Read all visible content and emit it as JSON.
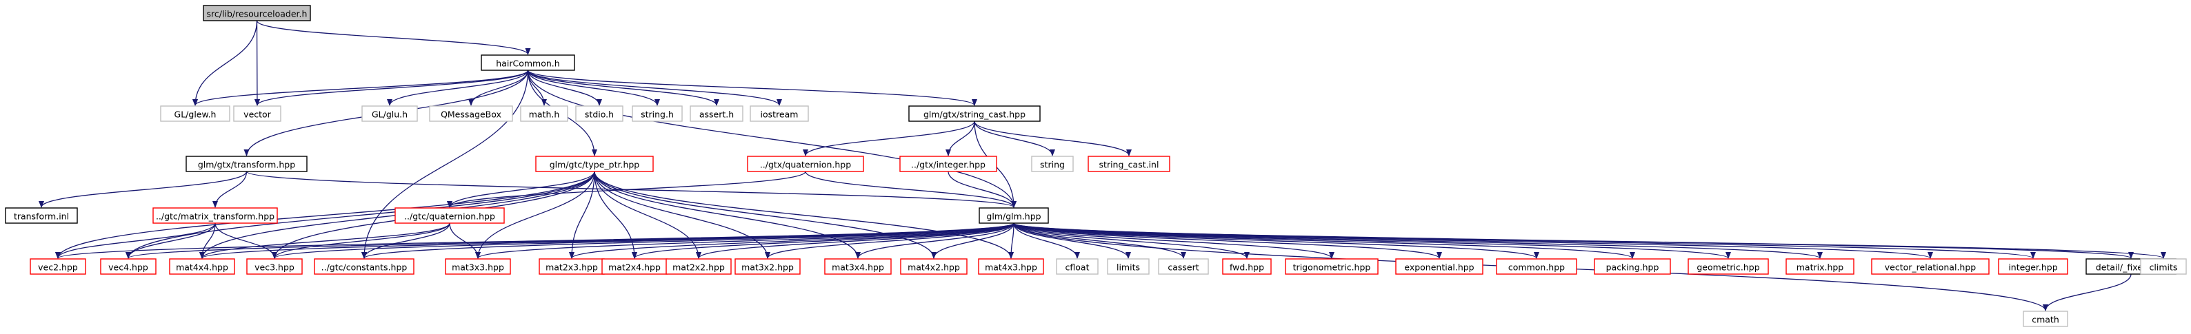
{
  "colors": {
    "edge": "#191970",
    "root_fill": "#bfbfbf",
    "root_border": "#000000",
    "documented_border": "#000000",
    "undocumented_border": "#ff0000",
    "external_border": "#bfbfbf",
    "text": "#000000"
  },
  "nodes": [
    {
      "id": "resourceloader",
      "label": "src/lib/resourceloader.h",
      "kind": "root"
    },
    {
      "id": "hairCommon",
      "label": "hairCommon.h",
      "kind": "documented"
    },
    {
      "id": "glew",
      "label": "GL/glew.h",
      "kind": "external"
    },
    {
      "id": "vector",
      "label": "vector",
      "kind": "external"
    },
    {
      "id": "glu",
      "label": "GL/glu.h",
      "kind": "external"
    },
    {
      "id": "qmessagebox",
      "label": "QMessageBox",
      "kind": "external"
    },
    {
      "id": "mathh",
      "label": "math.h",
      "kind": "external"
    },
    {
      "id": "stdio",
      "label": "stdio.h",
      "kind": "external"
    },
    {
      "id": "stringh",
      "label": "string.h",
      "kind": "external"
    },
    {
      "id": "assert",
      "label": "assert.h",
      "kind": "external"
    },
    {
      "id": "iostream",
      "label": "iostream",
      "kind": "external"
    },
    {
      "id": "string_cast_hpp",
      "label": "glm/gtx/string_cast.hpp",
      "kind": "documented"
    },
    {
      "id": "transform_hpp",
      "label": "glm/gtx/transform.hpp",
      "kind": "documented"
    },
    {
      "id": "type_ptr",
      "label": "glm/gtc/type_ptr.hpp",
      "kind": "undocumented"
    },
    {
      "id": "gtx_quaternion",
      "label": "../gtx/quaternion.hpp",
      "kind": "undocumented"
    },
    {
      "id": "gtx_integer",
      "label": "../gtx/integer.hpp",
      "kind": "undocumented"
    },
    {
      "id": "string",
      "label": "string",
      "kind": "external"
    },
    {
      "id": "string_cast_inl",
      "label": "string_cast.inl",
      "kind": "undocumented"
    },
    {
      "id": "transform_inl",
      "label": "transform.inl",
      "kind": "documented"
    },
    {
      "id": "matrix_transform",
      "label": "../gtc/matrix_transform.hpp",
      "kind": "undocumented"
    },
    {
      "id": "gtc_quaternion",
      "label": "../gtc/quaternion.hpp",
      "kind": "undocumented"
    },
    {
      "id": "glm",
      "label": "glm/glm.hpp",
      "kind": "documented"
    },
    {
      "id": "vec2",
      "label": "vec2.hpp",
      "kind": "undocumented"
    },
    {
      "id": "vec4",
      "label": "vec4.hpp",
      "kind": "undocumented"
    },
    {
      "id": "mat4x4",
      "label": "mat4x4.hpp",
      "kind": "undocumented"
    },
    {
      "id": "vec3",
      "label": "vec3.hpp",
      "kind": "undocumented"
    },
    {
      "id": "constants",
      "label": "../gtc/constants.hpp",
      "kind": "undocumented"
    },
    {
      "id": "mat3x3",
      "label": "mat3x3.hpp",
      "kind": "undocumented"
    },
    {
      "id": "mat2x3",
      "label": "mat2x3.hpp",
      "kind": "undocumented"
    },
    {
      "id": "mat2x4",
      "label": "mat2x4.hpp",
      "kind": "undocumented"
    },
    {
      "id": "mat2x2",
      "label": "mat2x2.hpp",
      "kind": "undocumented"
    },
    {
      "id": "mat3x2",
      "label": "mat3x2.hpp",
      "kind": "undocumented"
    },
    {
      "id": "mat3x4",
      "label": "mat3x4.hpp",
      "kind": "undocumented"
    },
    {
      "id": "mat4x2",
      "label": "mat4x2.hpp",
      "kind": "undocumented"
    },
    {
      "id": "mat4x3",
      "label": "mat4x3.hpp",
      "kind": "undocumented"
    },
    {
      "id": "cfloat",
      "label": "cfloat",
      "kind": "external"
    },
    {
      "id": "limits",
      "label": "limits",
      "kind": "external"
    },
    {
      "id": "cassert",
      "label": "cassert",
      "kind": "external"
    },
    {
      "id": "fwd",
      "label": "fwd.hpp",
      "kind": "undocumented"
    },
    {
      "id": "trigonometric",
      "label": "trigonometric.hpp",
      "kind": "undocumented"
    },
    {
      "id": "exponential",
      "label": "exponential.hpp",
      "kind": "undocumented"
    },
    {
      "id": "common",
      "label": "common.hpp",
      "kind": "undocumented"
    },
    {
      "id": "packing",
      "label": "packing.hpp",
      "kind": "undocumented"
    },
    {
      "id": "geometric",
      "label": "geometric.hpp",
      "kind": "undocumented"
    },
    {
      "id": "matrix",
      "label": "matrix.hpp",
      "kind": "undocumented"
    },
    {
      "id": "vector_relational",
      "label": "vector_relational.hpp",
      "kind": "undocumented"
    },
    {
      "id": "integer",
      "label": "integer.hpp",
      "kind": "undocumented"
    },
    {
      "id": "fixes",
      "label": "detail/_fixes.hpp",
      "kind": "documented"
    },
    {
      "id": "climits",
      "label": "climits",
      "kind": "external"
    },
    {
      "id": "cmath",
      "label": "cmath",
      "kind": "external"
    }
  ],
  "edges": [
    [
      "resourceloader",
      "hairCommon"
    ],
    [
      "resourceloader",
      "glew"
    ],
    [
      "resourceloader",
      "vector"
    ],
    [
      "hairCommon",
      "glew"
    ],
    [
      "hairCommon",
      "vector"
    ],
    [
      "hairCommon",
      "glu"
    ],
    [
      "hairCommon",
      "qmessagebox"
    ],
    [
      "hairCommon",
      "mathh"
    ],
    [
      "hairCommon",
      "stdio"
    ],
    [
      "hairCommon",
      "stringh"
    ],
    [
      "hairCommon",
      "assert"
    ],
    [
      "hairCommon",
      "iostream"
    ],
    [
      "hairCommon",
      "string_cast_hpp"
    ],
    [
      "hairCommon",
      "transform_hpp"
    ],
    [
      "hairCommon",
      "type_ptr"
    ],
    [
      "hairCommon",
      "constants"
    ],
    [
      "hairCommon",
      "glm"
    ],
    [
      "string_cast_hpp",
      "gtx_quaternion"
    ],
    [
      "string_cast_hpp",
      "gtx_integer"
    ],
    [
      "string_cast_hpp",
      "glm"
    ],
    [
      "string_cast_hpp",
      "string"
    ],
    [
      "string_cast_hpp",
      "string_cast_inl"
    ],
    [
      "transform_hpp",
      "transform_inl"
    ],
    [
      "transform_hpp",
      "matrix_transform"
    ],
    [
      "transform_hpp",
      "glm"
    ],
    [
      "type_ptr",
      "gtc_quaternion"
    ],
    [
      "type_ptr",
      "vec2"
    ],
    [
      "type_ptr",
      "vec4"
    ],
    [
      "type_ptr",
      "mat4x4"
    ],
    [
      "type_ptr",
      "vec3"
    ],
    [
      "type_ptr",
      "mat3x3"
    ],
    [
      "type_ptr",
      "mat2x3"
    ],
    [
      "type_ptr",
      "mat2x4"
    ],
    [
      "type_ptr",
      "mat2x2"
    ],
    [
      "type_ptr",
      "mat3x2"
    ],
    [
      "type_ptr",
      "mat3x4"
    ],
    [
      "type_ptr",
      "mat4x2"
    ],
    [
      "type_ptr",
      "mat4x3"
    ],
    [
      "gtx_quaternion",
      "gtc_quaternion"
    ],
    [
      "gtx_quaternion",
      "glm"
    ],
    [
      "gtx_integer",
      "glm"
    ],
    [
      "matrix_transform",
      "vec2"
    ],
    [
      "matrix_transform",
      "vec4"
    ],
    [
      "matrix_transform",
      "mat4x4"
    ],
    [
      "matrix_transform",
      "vec3"
    ],
    [
      "gtc_quaternion",
      "vec3"
    ],
    [
      "gtc_quaternion",
      "mat4x4"
    ],
    [
      "gtc_quaternion",
      "mat3x3"
    ],
    [
      "gtc_quaternion",
      "constants"
    ],
    [
      "glm",
      "vec2"
    ],
    [
      "glm",
      "vec4"
    ],
    [
      "glm",
      "mat4x4"
    ],
    [
      "glm",
      "vec3"
    ],
    [
      "glm",
      "constants"
    ],
    [
      "glm",
      "mat3x3"
    ],
    [
      "glm",
      "mat2x3"
    ],
    [
      "glm",
      "mat2x4"
    ],
    [
      "glm",
      "mat2x2"
    ],
    [
      "glm",
      "mat3x2"
    ],
    [
      "glm",
      "mat3x4"
    ],
    [
      "glm",
      "mat4x2"
    ],
    [
      "glm",
      "mat4x3"
    ],
    [
      "glm",
      "cfloat"
    ],
    [
      "glm",
      "limits"
    ],
    [
      "glm",
      "cassert"
    ],
    [
      "glm",
      "fwd"
    ],
    [
      "glm",
      "trigonometric"
    ],
    [
      "glm",
      "exponential"
    ],
    [
      "glm",
      "common"
    ],
    [
      "glm",
      "packing"
    ],
    [
      "glm",
      "geometric"
    ],
    [
      "glm",
      "matrix"
    ],
    [
      "glm",
      "vector_relational"
    ],
    [
      "glm",
      "integer"
    ],
    [
      "glm",
      "fixes"
    ],
    [
      "glm",
      "climits"
    ],
    [
      "glm",
      "cmath"
    ],
    [
      "fixes",
      "cmath"
    ]
  ]
}
